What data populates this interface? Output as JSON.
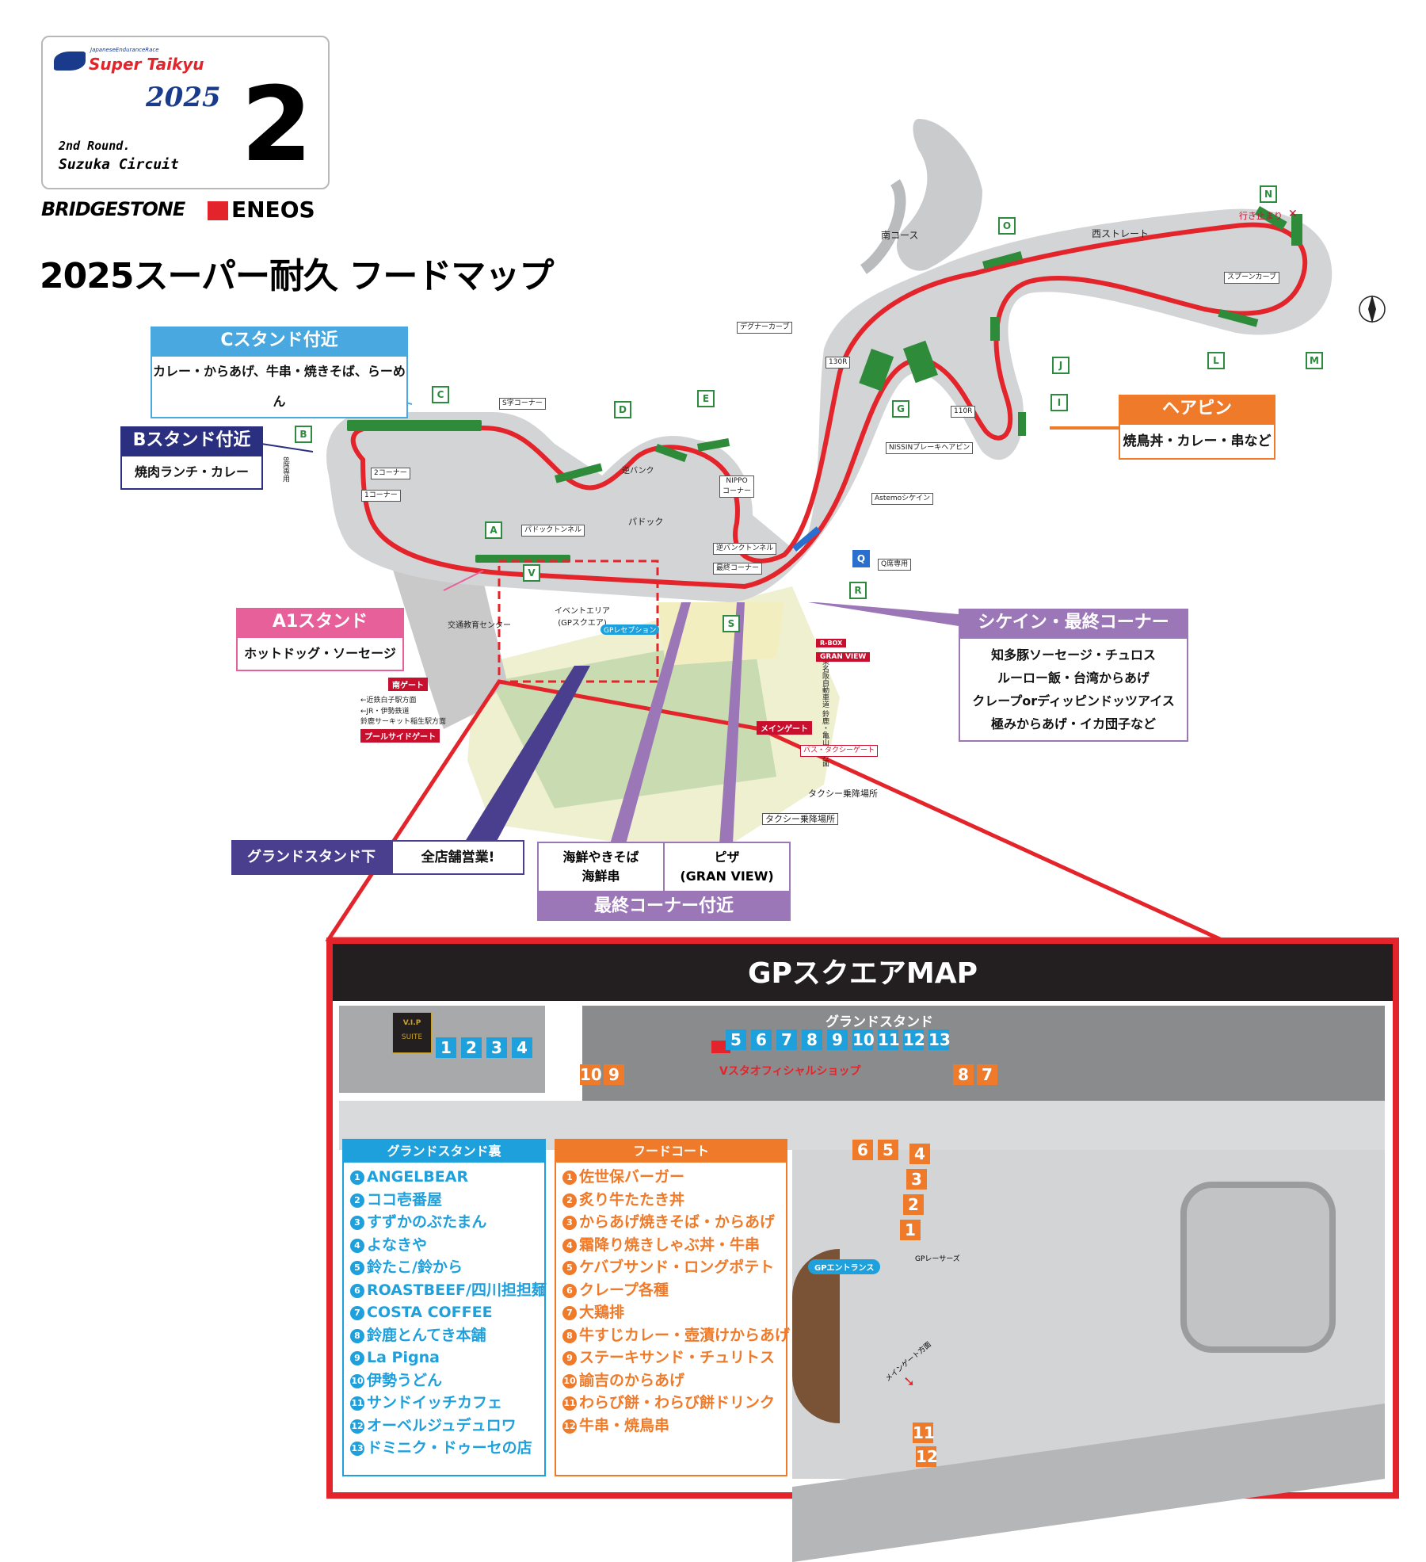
{
  "header": {
    "brand_small": "JapaneseEnduranceRace",
    "brand": "Super Taikyu",
    "year": "2025",
    "round_number": "2",
    "round_label": "2nd Round.",
    "circuit": "Suzuka Circuit",
    "sponsor1": "BRIDGESTONE",
    "sponsor2": "ENEOS"
  },
  "title": "2025スーパー耐久 フードマップ",
  "callouts": {
    "c_stand": {
      "title": "Cスタンド付近",
      "body": "カレー・からあげ、牛串・焼きそば、らーめん",
      "color": "#4aa8e0"
    },
    "b_stand": {
      "title": "Bスタンド付近",
      "body": "焼肉ランチ・カレー",
      "color": "#2a2f7f"
    },
    "a1_stand": {
      "title": "A1スタンド",
      "body": "ホットドッグ・ソーセージ",
      "color": "#e8609a"
    },
    "hairpin": {
      "title": "ヘアピン",
      "body": "焼鳥丼・カレー・串など",
      "color": "#ee7a2a"
    },
    "chicane": {
      "title": "シケイン・最終コーナー",
      "body_lines": [
        "知多豚ソーセージ・チュロス",
        "ルーロー飯・台湾からあげ",
        "クレープorディッピンドッツアイス",
        "極みからあげ・イカ団子など"
      ],
      "color": "#9b77b8"
    },
    "grandstand": {
      "title": "グランドスタンド下",
      "body": "全店舗営業!",
      "color": "#4a3f8f"
    },
    "final_corner": {
      "title": "最終コーナー付近",
      "left_lines": [
        "海鮮やきそば",
        "海鮮串"
      ],
      "right_lines": [
        "ピザ",
        "(GRAN VIEW)"
      ],
      "color": "#9b77b8"
    }
  },
  "track_labels": {
    "minami_course": "南コース",
    "nishi_straight": "西ストレート",
    "spoon": "スプーンカーブ",
    "degner": "デグナーカーブ",
    "r130": "130R",
    "r110": "110R",
    "nissin": "NISSINブレーキヘアピン",
    "s_corner": "S字コーナー",
    "corner2": "2コーナー",
    "corner1": "1コーナー",
    "gyaku_bank": "逆バンク",
    "paddock": "パドック",
    "paddock_tunnel": "パドックトンネル",
    "nippo_1": "NIPPO",
    "nippo_2": "コーナー",
    "gyaku_bank_tunnel": "逆バンクトンネル",
    "final_corner": "最終コーナー",
    "astemo": "Astemoシケイン",
    "q_only": "Q席専用",
    "event_area_1": "イベントエリア",
    "event_area_2": "(GPスクエア)",
    "gp_reception": "GPレセプション",
    "traffic_center": "交通教育センター",
    "taxi1": "タクシー乗降場所",
    "taxi2": "タクシー乗降場所",
    "dir1": "←近鉄白子駅方面",
    "dir2": "←JR・伊勢鉄道",
    "dir3": "鈴鹿サーキット稲生駅方面",
    "highway": "東名阪自動車道 鈴鹿・亀山IC方面",
    "dead_end": "行き止まり",
    "b8": "8席専用"
  },
  "red_tags": {
    "south_gate": "南ゲート",
    "pool_gate": "プールサイドゲート",
    "main_gate": "メインゲート",
    "bus_gate": "バス・タクシーゲート",
    "rbox": "R-BOX",
    "gran_view": "GRAN VIEW"
  },
  "stand_letters": [
    "A",
    "B",
    "C",
    "D",
    "E",
    "G",
    "I",
    "J",
    "L",
    "M",
    "N",
    "O",
    "Q",
    "R",
    "S",
    "V"
  ],
  "gp_map": {
    "title": "GPスクエアMAP",
    "grandstand": "グランドスタンド",
    "vip_1": "V.I.P",
    "vip_2": "SUITE",
    "official_shop": "Vスタオフィシャルショップ",
    "gp_entrance": "GPエントランス",
    "gp_racers": "GPレーサーズ",
    "main_gate_dir": "メインゲート方面",
    "blue_row_left": [
      "1",
      "2",
      "3",
      "4"
    ],
    "blue_row_center": [
      "5",
      "6",
      "7",
      "8",
      "9",
      "10",
      "11",
      "12",
      "13"
    ],
    "orange_top_left": [
      "10",
      "9"
    ],
    "orange_top_right": [
      "8",
      "7"
    ],
    "orange_mid": [
      "6",
      "5"
    ],
    "orange_stack": [
      "4",
      "3",
      "2",
      "1"
    ],
    "orange_bottom": [
      "11",
      "12"
    ],
    "colors": {
      "blue": "#1ea0dc",
      "orange": "#ee7a2a",
      "red": "#e3242b"
    }
  },
  "legend_back": {
    "title": "グランドスタンド裏",
    "items": [
      {
        "n": "1",
        "name": "ANGELBEAR"
      },
      {
        "n": "2",
        "name": "ココ壱番屋"
      },
      {
        "n": "3",
        "name": "すずかのぶたまん"
      },
      {
        "n": "4",
        "name": "よなきや"
      },
      {
        "n": "5",
        "name": "鈴たこ/鈴から"
      },
      {
        "n": "6",
        "name": "ROASTBEEF/四川担担麺"
      },
      {
        "n": "7",
        "name": "COSTA COFFEE"
      },
      {
        "n": "8",
        "name": "鈴鹿とんてき本舗"
      },
      {
        "n": "9",
        "name": "La Pigna"
      },
      {
        "n": "10",
        "name": "伊勢うどん"
      },
      {
        "n": "11",
        "name": "サンドイッチカフェ"
      },
      {
        "n": "12",
        "name": "オーベルジュデュロワ"
      },
      {
        "n": "13",
        "name": "ドミニク・ドゥーセの店"
      }
    ]
  },
  "legend_food": {
    "title": "フードコート",
    "items": [
      {
        "n": "1",
        "name": "佐世保バーガー"
      },
      {
        "n": "2",
        "name": "炙り牛たたき丼"
      },
      {
        "n": "3",
        "name": "からあげ焼きそば・からあげ"
      },
      {
        "n": "4",
        "name": "霜降り焼きしゃぶ丼・牛串"
      },
      {
        "n": "5",
        "name": "ケバブサンド・ロングポテト"
      },
      {
        "n": "6",
        "name": "クレープ各種"
      },
      {
        "n": "7",
        "name": "大鶏排"
      },
      {
        "n": "8",
        "name": "牛すじカレー・壺漬けからあげ"
      },
      {
        "n": "9",
        "name": "ステーキサンド・チュリトス"
      },
      {
        "n": "10",
        "name": "諭吉のからあげ"
      },
      {
        "n": "11",
        "name": "わらび餅・わらび餅ドリンク"
      },
      {
        "n": "12",
        "name": "牛串・焼鳥串"
      }
    ]
  }
}
